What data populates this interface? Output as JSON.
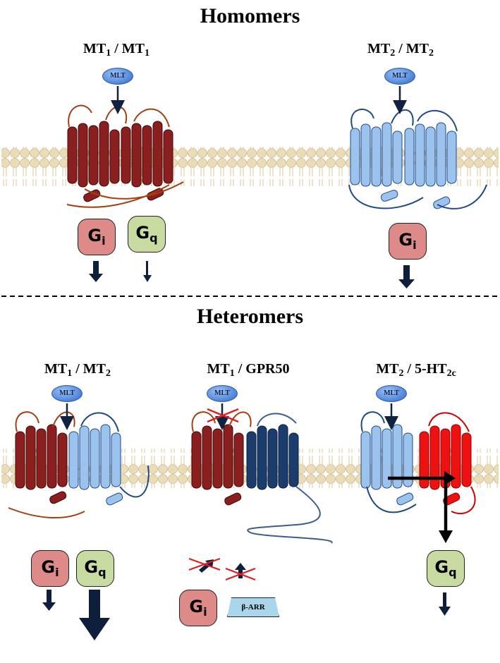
{
  "sections": {
    "top": "Homomers",
    "bottom": "Heteromers"
  },
  "ligand": "MLT",
  "complexes": {
    "mt1_mt1": {
      "a": "MT",
      "a_sub": "1",
      "sep": " / ",
      "b": "MT",
      "b_sub": "1"
    },
    "mt2_mt2": {
      "a": "MT",
      "a_sub": "2",
      "sep": " / ",
      "b": "MT",
      "b_sub": "2"
    },
    "mt1_mt2": {
      "a": "MT",
      "a_sub": "1",
      "sep": " / ",
      "b": "MT",
      "b_sub": "2"
    },
    "mt1_gpr50": {
      "a": "MT",
      "a_sub": "1",
      "sep": " / ",
      "b": "GPR50",
      "b_sub": ""
    },
    "mt2_5ht2c": {
      "a": "MT",
      "a_sub": "2",
      "sep": " / ",
      "b": "5-HT",
      "b_sub": "2c"
    }
  },
  "gproteins": {
    "gi": {
      "letter": "G",
      "sub": "i"
    },
    "gq": {
      "letter": "G",
      "sub": "q"
    }
  },
  "arrestin": "β-ARR",
  "colors": {
    "mt1": "#8b1e1e",
    "mt2": "#9cc3ee",
    "gpr50": "#1b3d6e",
    "ht2c": "#ee1111",
    "gi": "#dd8a88",
    "gq": "#c8dba0",
    "arrestin": "#a9d6ea",
    "membrane": "#e8d9b5"
  }
}
